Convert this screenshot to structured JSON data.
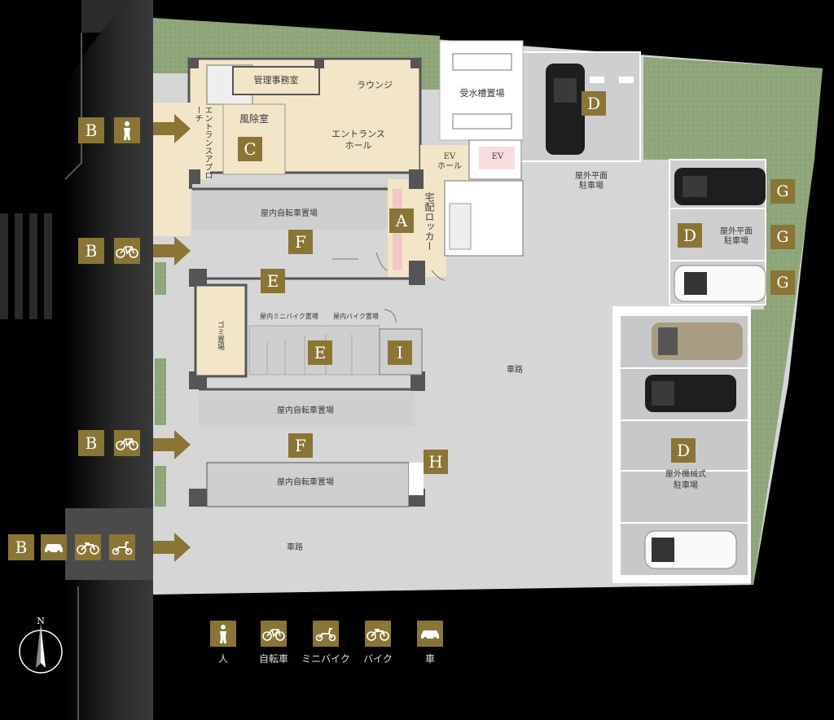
{
  "rooms": {
    "kanri": "管理事務室",
    "lounge": "ラウンジ",
    "jusuiso": "受水槽置場",
    "fujoshitsu": "風除室",
    "approach": "エントランスアプローチ",
    "entrance_hall_1": "エントランス",
    "entrance_hall_2": "ホール",
    "ev_hall_1": "EV",
    "ev_hall_2": "ホール",
    "ev": "EV",
    "takuhai": "宅配ロッカー",
    "bike_indoor_1": "屋内自転車置場",
    "bike_indoor_2": "屋内自転車置場",
    "bike_indoor_3": "屋内自転車置場",
    "gomi": "ゴミ置場",
    "minibike": "屋内ミニバイク置場",
    "motorbike": "屋内バイク置場",
    "road_1": "車路",
    "road_2": "車路",
    "parking_flat_1a": "屋外平面",
    "parking_flat_1b": "駐車場",
    "parking_flat_2a": "屋外平面",
    "parking_flat_2b": "駐車場",
    "parking_mech_a": "屋外機械式",
    "parking_mech_b": "駐車場"
  },
  "badges": {
    "A": "A",
    "C": "C",
    "D": "D",
    "E": "E",
    "F": "F",
    "G": "G",
    "H": "H",
    "I": "I",
    "B": "B"
  },
  "north": "N",
  "legend": [
    {
      "icon": "person-icon",
      "label": "人"
    },
    {
      "icon": "bicycle-icon",
      "label": "自転車"
    },
    {
      "icon": "scooter-icon",
      "label": "ミニバイク"
    },
    {
      "icon": "motorcycle-icon",
      "label": "バイク"
    },
    {
      "icon": "car-icon",
      "label": "車"
    }
  ],
  "colors": {
    "badge": "#8a7535",
    "lawn": "#8fa57a",
    "floor": "#dcdcdc",
    "entrance": "#f3e6c8",
    "background": "#000000"
  }
}
